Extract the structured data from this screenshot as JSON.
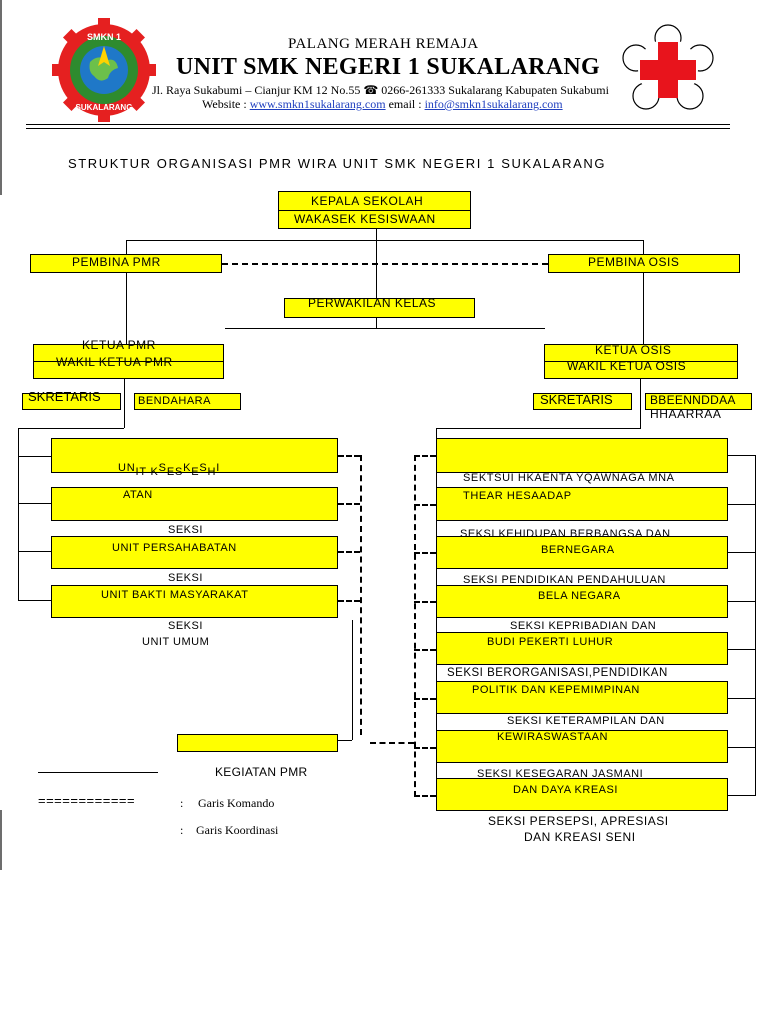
{
  "letterhead": {
    "org": "PALANG MERAH REMAJA",
    "unit": "UNIT SMK NEGERI 1 SUKALARANG",
    "address_start": "Jl. Raya Sukabumi – Cianjur KM 12 No.55",
    "phone": "0266-261333 Sukalarang Kabupaten Sukabumi",
    "website_label": "Website :",
    "website": "www.smkn1sukalarang.com",
    "email_label": "email :",
    "email": "info@smkn1sukalarang.com",
    "logo_text_top": "SMKN 1",
    "logo_text_bottom": "SUKALARANG",
    "phone_icon": "phone-icon"
  },
  "title": "STRUKTUR ORGANISASI PMR WIRA UNIT SMK NEGERI 1 SUKALARANG",
  "chart": {
    "kepala_sekolah": "KEPALA SEKOLAH",
    "wakasek": "WAKASEK KESISWAAN",
    "pembina_pmr": "PEMBINA PMR",
    "pembina_osis": "PEMBINA OSIS",
    "perwakilan": "PERWAKILAN KELAS",
    "ketua_pmr": "KETUA PMR",
    "wakil_ketua_pmr": "WAKIL KETUA PMR",
    "ketua_osis": "KETUA OSIS",
    "wakil_ketua_osis": "WAKIL KETUA OSIS",
    "sekretaris_left": "SKRETARIS",
    "bendahara_left": "BENDAHARA",
    "sekretaris_right": "SKRETARIS",
    "bendahara_right_a": "BBEENNDDAA",
    "bendahara_right_b": "HHAARRAA",
    "left_units": {
      "unit1_a": "UN",
      "unit1_b": "IT K",
      "unit1_c": "S",
      "unit1_d": "ES",
      "unit1_e": "K",
      "unit1_f": "E",
      "unit1_g": "S",
      "unit1_h": "H",
      "unit1_i": "I",
      "unit1_line2": "ATAN",
      "seksi1": "SEKSI",
      "unit2": "UNIT PERSAHABATAN",
      "seksi2": "SEKSI",
      "unit3": "UNIT BAKTI MASYARAKAT",
      "seksi3": "SEKSI",
      "unit4": "UNIT UMUM"
    },
    "right_units": {
      "r1_line1": "SEKTSUI HKAENTA YQAWNAGA MNA",
      "r1_line2": "THEAR HESAADAP",
      "r2_top": "SEKSI KEHIDUPAN BERBANGSA DAN",
      "r2_box": "BERNEGARA",
      "r3_top": "SEKSI PENDIDIKAN PENDAHULUAN",
      "r3_box": "BELA NEGARA",
      "r4_top": "SEKSI KEPRIBADIAN DAN",
      "r4_box": "BUDI PEKERTI LUHUR",
      "r5_top": "SEKSI BERORGANISASI,PENDIDIKAN",
      "r5_box": "POLITIK DAN KEPEMIMPINAN",
      "r6_top": "SEKSI KETERAMPILAN DAN",
      "r6_box": "KEWIRASWASTAAN",
      "r7_top": "SEKSI KESEGARAN JASMANI",
      "r7_box": "DAN DAYA KREASI",
      "r8_line1": "SEKSI PERSEPSI, APRESIASI",
      "r8_line2": "DAN KREASI SENI"
    },
    "kegiatan": "KEGIATAN PMR"
  },
  "legend": {
    "dashes": "============",
    "colon1": ":",
    "komando": "Garis Komando",
    "colon2": ":",
    "koordinasi": "Garis Koordinasi"
  },
  "colors": {
    "box_fill": "#ffff00",
    "logo_red": "#e52020",
    "logo_green": "#2e8b2e",
    "logo_blue": "#1f78c8",
    "link_blue": "#1f3fbf",
    "cross_red": "#e8141c"
  }
}
